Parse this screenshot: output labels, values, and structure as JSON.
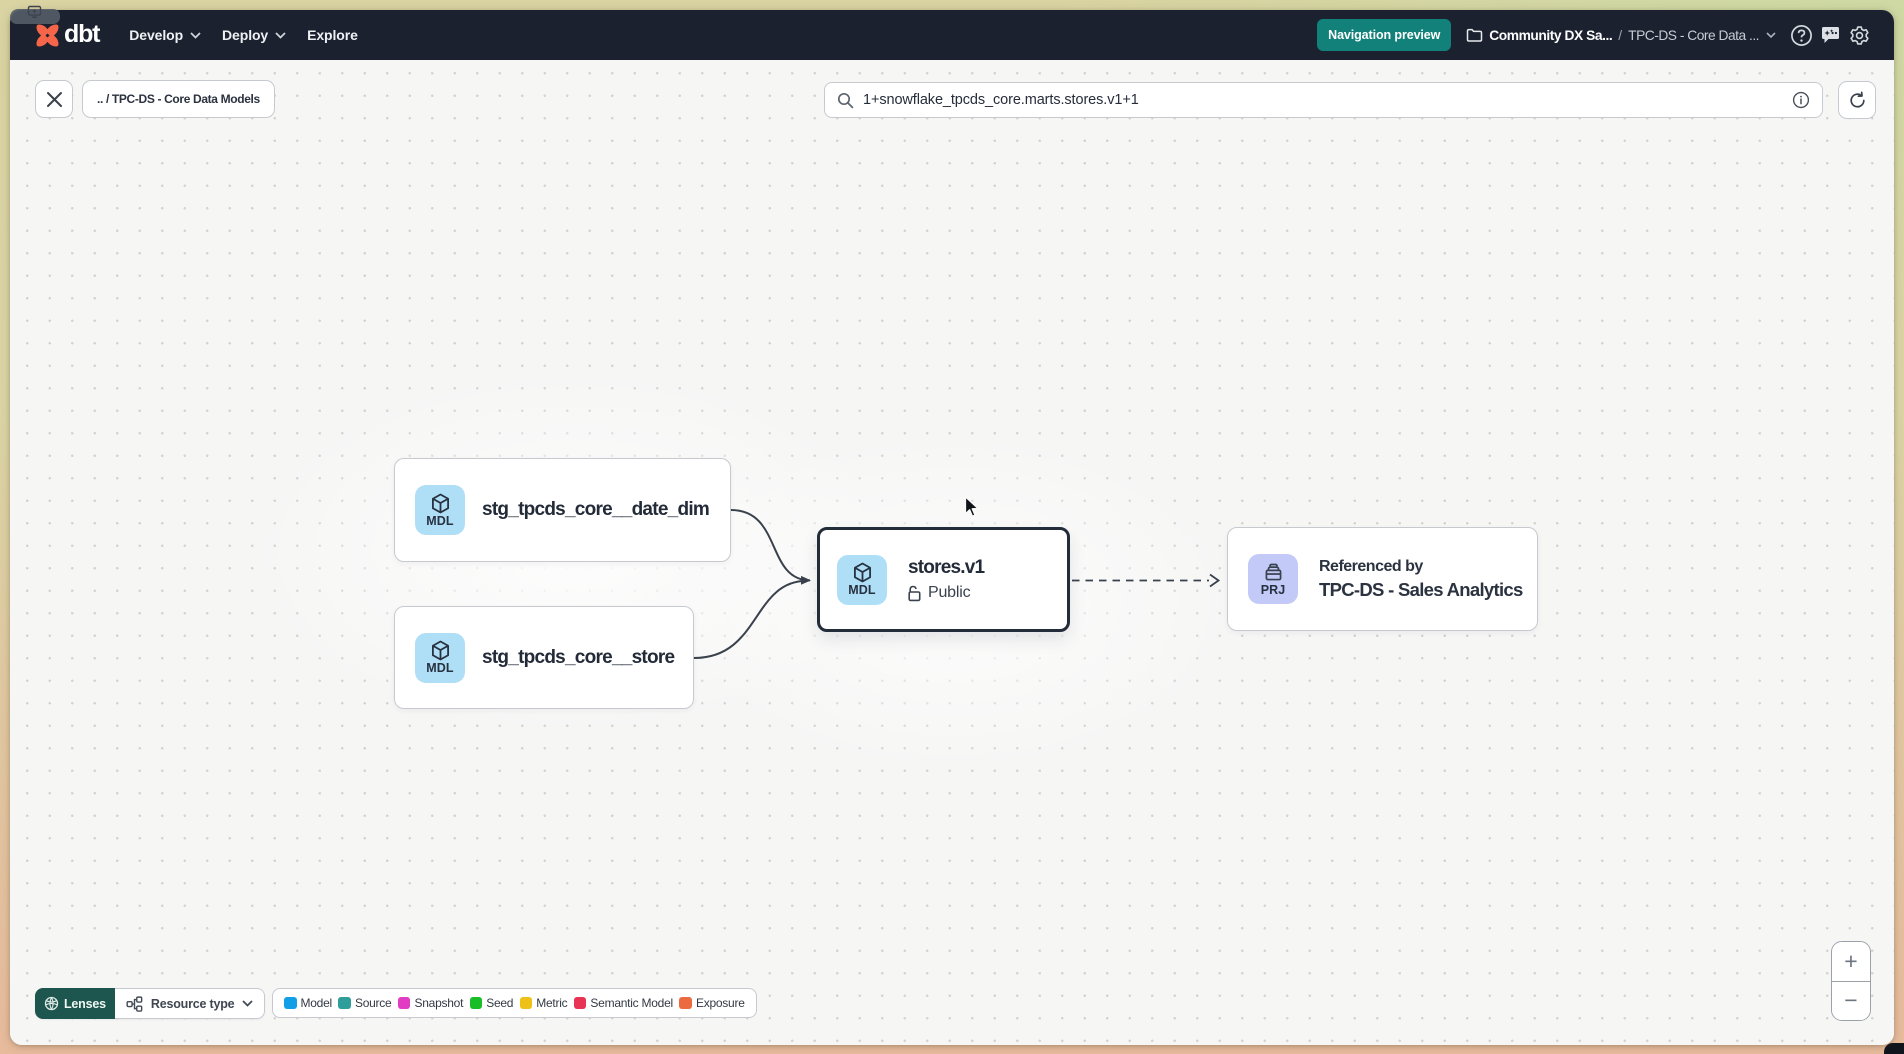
{
  "desktop": {
    "share_indicator": "screen-share-indicator"
  },
  "navbar": {
    "brand": "dbt",
    "menu": [
      {
        "label": "Develop",
        "has_chevron": true
      },
      {
        "label": "Deploy",
        "has_chevron": true
      },
      {
        "label": "Explore",
        "has_chevron": false
      }
    ],
    "preview_button": "Navigation preview",
    "breadcrumb": {
      "project": "Community DX Sa...",
      "separator": "/",
      "section": "TPC-DS - Core Data ..."
    }
  },
  "toolbar": {
    "back_chip": ".. / TPC-DS - Core Data Models",
    "search_value": "1+snowflake_tpcds_core.marts.stores.v1+1"
  },
  "graph": {
    "nodes": [
      {
        "badge": "MDL",
        "label": "stg_tpcds_core__date_dim"
      },
      {
        "badge": "MDL",
        "label": "stg_tpcds_core__store"
      },
      {
        "badge": "MDL",
        "label": "stores.v1",
        "access": "Public",
        "selected": true
      },
      {
        "badge": "PRJ",
        "title": "Referenced by",
        "label": "TPC-DS - Sales Analytics"
      }
    ]
  },
  "footer": {
    "lenses_label": "Lenses",
    "resource_type_label": "Resource type",
    "legend": [
      {
        "label": "Model",
        "color": "#119fe8"
      },
      {
        "label": "Source",
        "color": "#2f9e9a"
      },
      {
        "label": "Snapshot",
        "color": "#e23cc2"
      },
      {
        "label": "Seed",
        "color": "#19bd27"
      },
      {
        "label": "Metric",
        "color": "#edc118"
      },
      {
        "label": "Semantic Model",
        "color": "#e93355"
      },
      {
        "label": "Exposure",
        "color": "#eb6a3f"
      }
    ],
    "zoom_in": "+",
    "zoom_out": "−"
  }
}
